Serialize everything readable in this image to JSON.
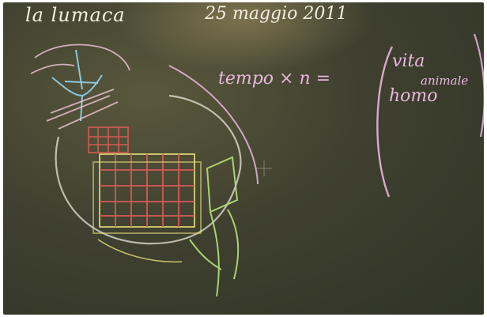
{
  "board": {
    "title": "la lumaca",
    "date": "25 maggio 2011"
  },
  "formula": {
    "main": "tempo × n =",
    "vita_label": "vita",
    "animale_label": "animale",
    "homo_label": "homo"
  },
  "colors": {
    "board": "#3f4030",
    "chalk_white": "#f2efe2",
    "chalk_pink": "#e8b7dc",
    "chalk_yellow": "#e7e07a",
    "chalk_red": "#d45a55",
    "chalk_blue": "#8fd6f0",
    "chalk_green": "#b9e07a"
  }
}
